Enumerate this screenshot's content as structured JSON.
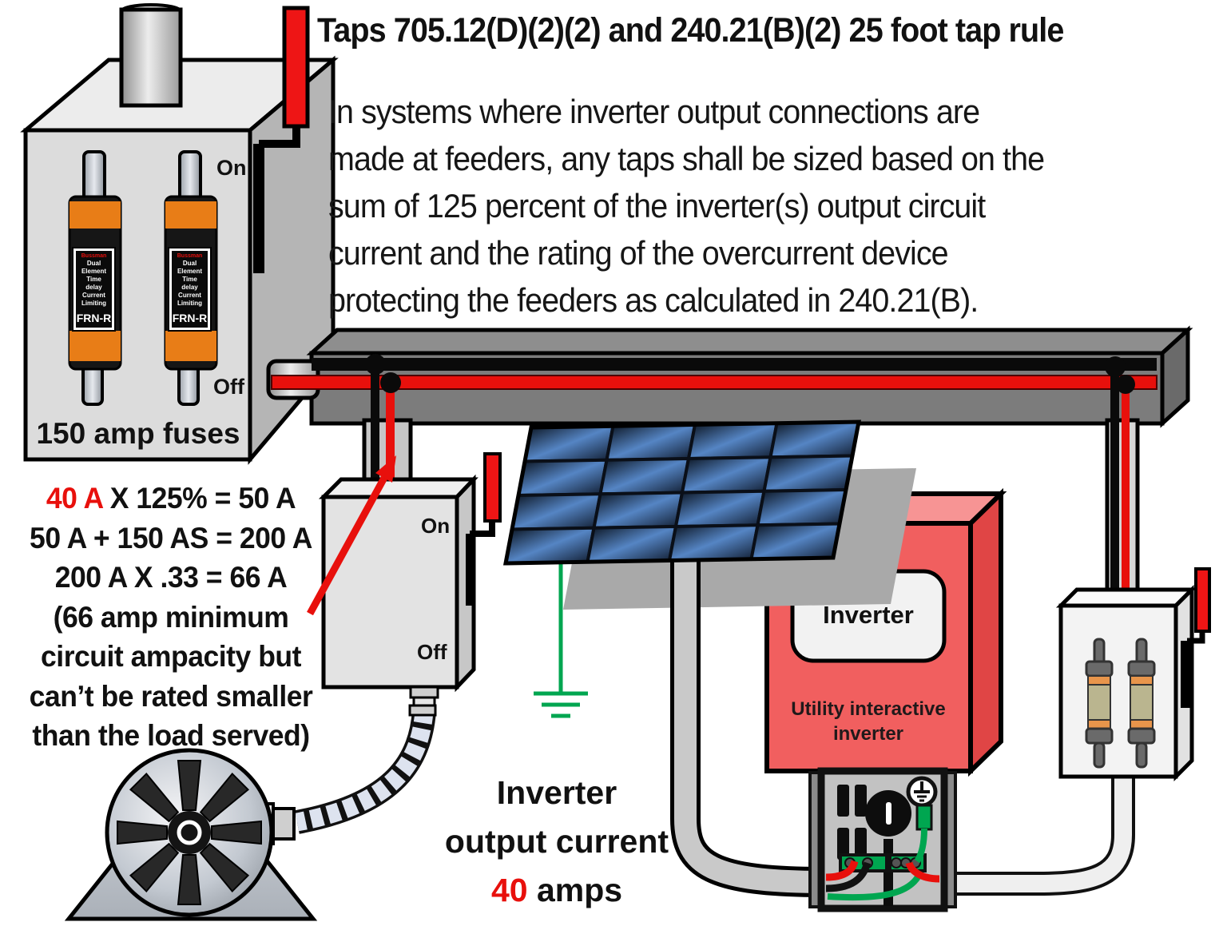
{
  "title": "Taps 705.12(D)(2)(2) and 240.21(B)(2) 25 foot tap rule",
  "intro": {
    "lines": [
      "In systems where inverter output connections are",
      "made at feeders, any taps shall be sized based on the",
      "sum of 125 percent of the inverter(s) output circuit",
      "current and the rating of the overcurrent device",
      "protecting the feeders as calculated in 240.21(B)."
    ]
  },
  "main_panel": {
    "rating_label": "150 amp fuses",
    "switch_on": "On",
    "switch_off": "Off",
    "fuse_label": {
      "brand": "Bussman",
      "lines": [
        "Dual",
        "Element",
        "Time",
        "delay",
        "Current",
        "Limiting"
      ],
      "model": "FRN-R"
    }
  },
  "calculation": {
    "line1_value": "40 A",
    "line1_rest": " X 125% = 50 A",
    "line2": "50 A + 150 AS = 200 A",
    "line3": "200 A X .33 = 66 A",
    "line4": "(66 amp minimum",
    "line5": "circuit ampacity but",
    "line6": "can’t be rated smaller",
    "line7": "than the load served)"
  },
  "tap_disconnect": {
    "switch_on": "On",
    "switch_off": "Off"
  },
  "inverter": {
    "nameplate": "Inverter",
    "caption_line1": "Utility interactive",
    "caption_line2": "inverter"
  },
  "output_note": {
    "line1": "Inverter",
    "line2": "output current",
    "amps_value": "40",
    "amps_unit": " amps"
  },
  "colors": {
    "accent_red": "#e8100c",
    "handle_red": "#ee1515",
    "ground_green": "#00a650",
    "inverter_red": "#f15f5f",
    "panel_blue": "#4a7ab8",
    "busway_gray": "#7c7c7c"
  }
}
